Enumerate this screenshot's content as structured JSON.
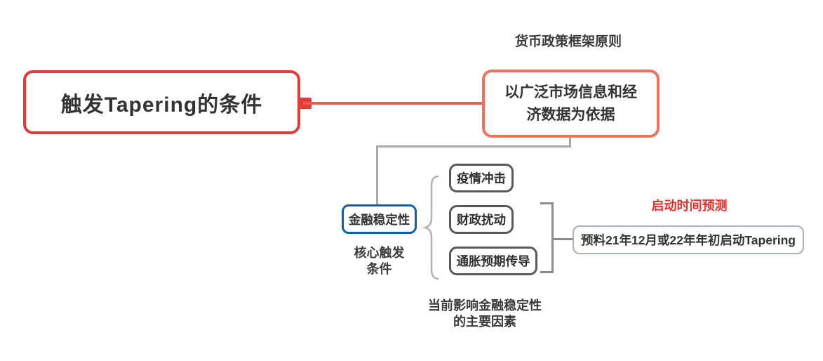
{
  "diagram": {
    "root": {
      "label": "触发Tapering的条件"
    },
    "principle": {
      "caption": "货币政策框架原则",
      "label": "以广泛市场信息和经\n济数据为依据"
    },
    "stability": {
      "label": "金融稳定性",
      "caption": "核心触发\n条件"
    },
    "factors": {
      "items": [
        {
          "label": "疫情冲击"
        },
        {
          "label": "财政扰动"
        },
        {
          "label": "通胀预期传导"
        }
      ],
      "caption": "当前影响金融稳定性\n的主要因素"
    },
    "prediction": {
      "caption": "启动时间预测",
      "label": "预料21年12月或22年年初启动Tapering"
    },
    "colors": {
      "root_border": "#e23b3a",
      "principle_border": "#f4705c",
      "red_connector": "#f05a4b",
      "red_connector_square": "#e23c39",
      "stability_border": "#0f5fa8",
      "factor_border": "#595959",
      "gray_connector": "#a9a9a9",
      "brace": "#b3b3b3",
      "bracket": "#8c8c8c",
      "prediction_border": "#aab0ba",
      "caption_red": "#e0312f",
      "text_dark": "#333333"
    }
  }
}
